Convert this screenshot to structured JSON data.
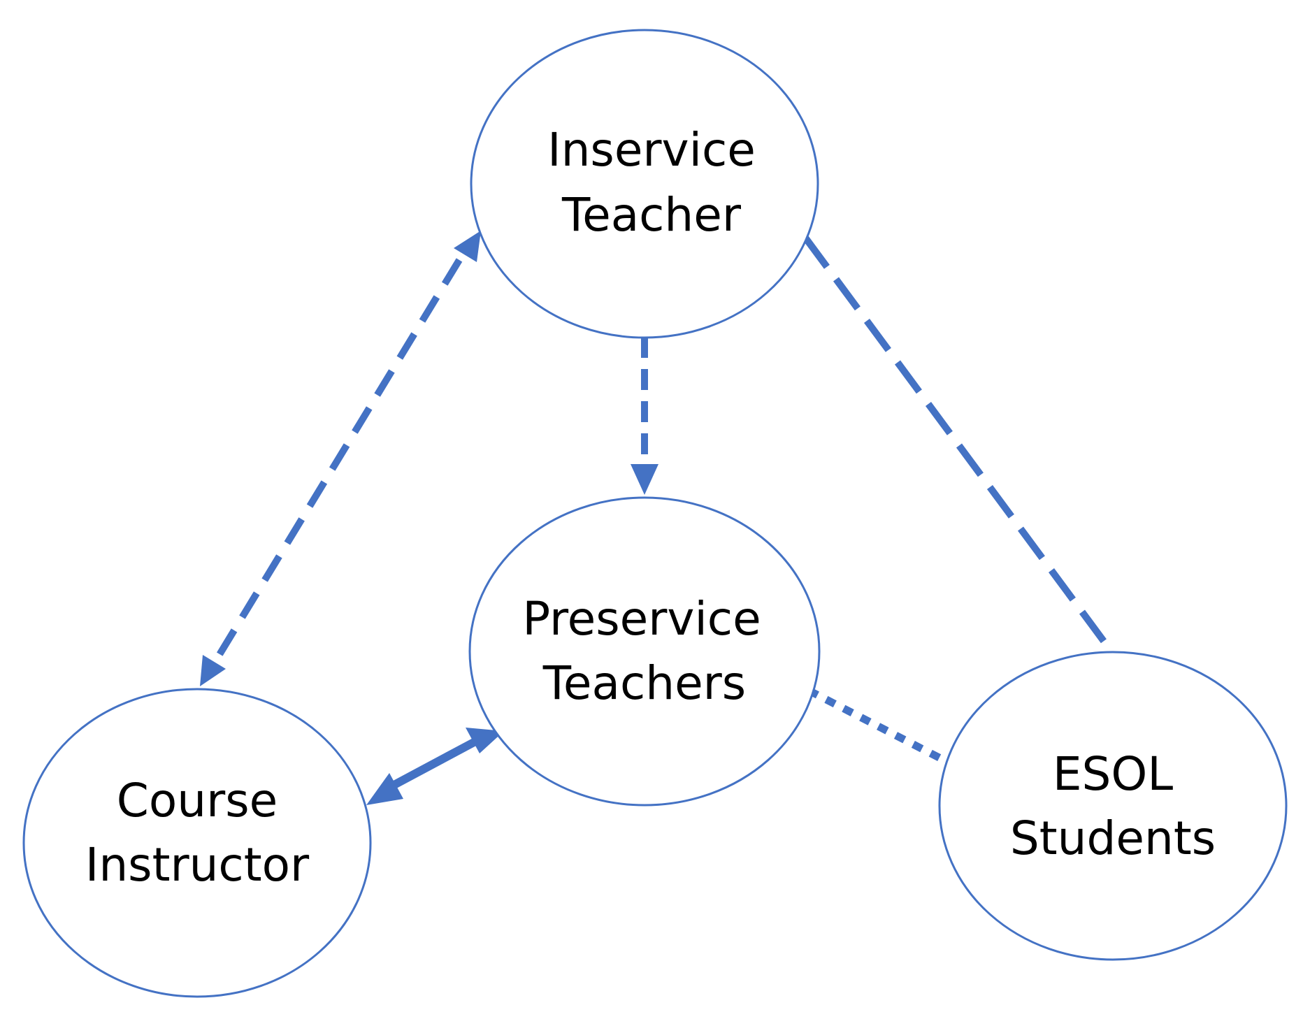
{
  "diagram": {
    "colors": {
      "node_stroke": "#4472c4",
      "edge": "#4472c4",
      "label": "#000000"
    },
    "nodes": {
      "inservice_teacher": {
        "line1": "Inservice",
        "line2": "Teacher"
      },
      "preservice_teachers": {
        "line1": "Preservice",
        "line2": "Teachers"
      },
      "course_instructor": {
        "line1": "Course",
        "line2": "Instructor"
      },
      "esol_students": {
        "line1": "ESOL",
        "line2": "Students"
      }
    },
    "edges": [
      {
        "from": "Inservice Teacher",
        "to": "Course Instructor",
        "style": "dashed",
        "direction": "bidirectional"
      },
      {
        "from": "Inservice Teacher",
        "to": "Preservice Teachers",
        "style": "dashed",
        "direction": "one-way"
      },
      {
        "from": "Inservice Teacher",
        "to": "ESOL Students",
        "style": "long-dashed",
        "direction": "none"
      },
      {
        "from": "Course Instructor",
        "to": "Preservice Teachers",
        "style": "solid-thick",
        "direction": "bidirectional"
      },
      {
        "from": "Preservice Teachers",
        "to": "ESOL Students",
        "style": "dotted",
        "direction": "none"
      }
    ]
  }
}
